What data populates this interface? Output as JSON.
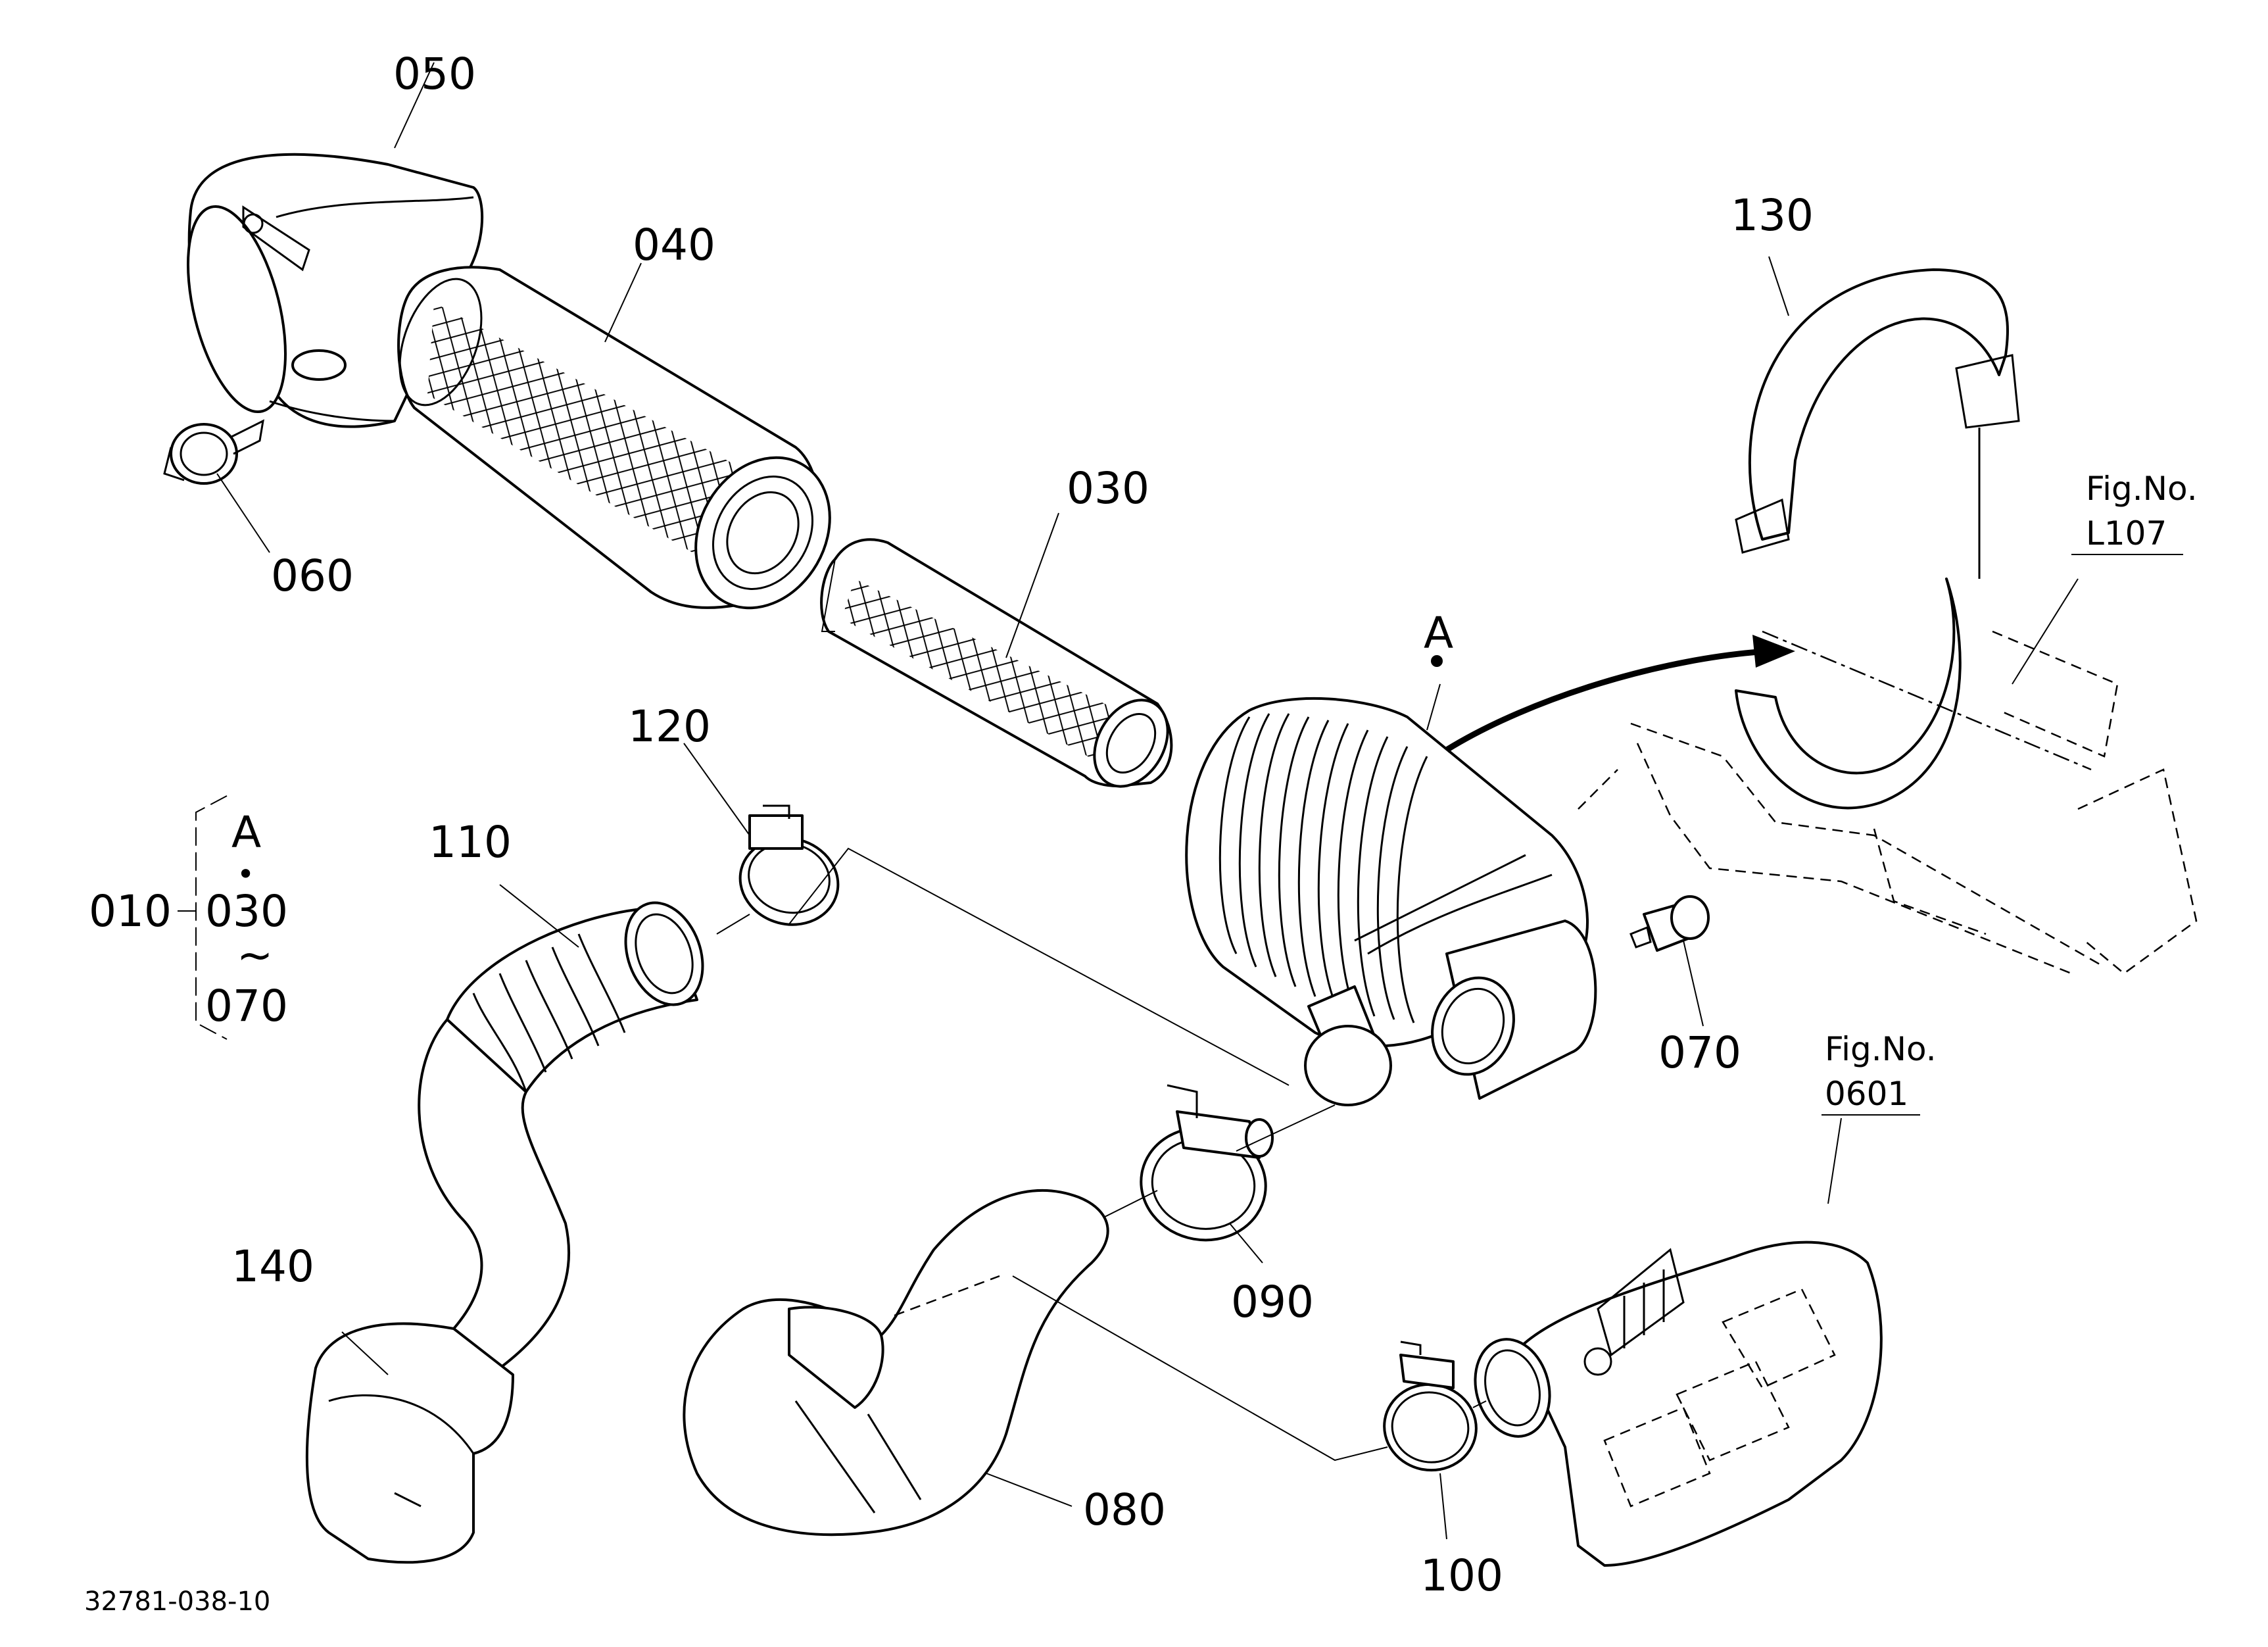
{
  "diagram": {
    "title": "",
    "part_numbers": [
      "050",
      "040",
      "030",
      "060",
      "120",
      "110",
      "010",
      "140",
      "070",
      "090",
      "080",
      "100",
      "130"
    ],
    "reference_marker": "A",
    "bracket_group": {
      "main": "010",
      "top": "A",
      "dot": "•",
      "from": "030",
      "tilde": "~",
      "to": "070"
    },
    "fig_refs": [
      {
        "line1": "Fig.No.",
        "line2": "L107"
      },
      {
        "line1": "Fig.No.",
        "line2": "0601"
      }
    ],
    "drawing_code": "32781-038-10"
  }
}
